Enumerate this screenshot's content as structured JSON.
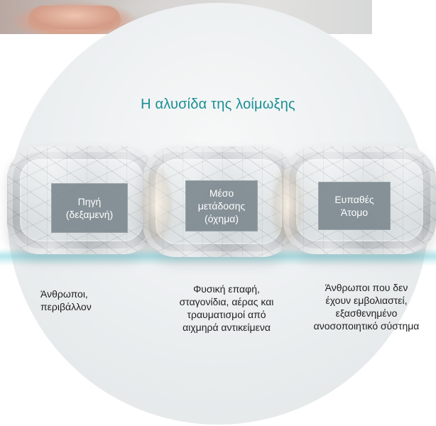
{
  "diagram": {
    "title": "Η αλυσίδα της λοίμωξης",
    "links": [
      {
        "label": "Πηγή\n(δεξαμενή)"
      },
      {
        "label": "Μέσο\nμετάδοσης\n(όχημα)"
      },
      {
        "label": "Ευπαθές\nΆτομο"
      }
    ],
    "descriptions": [
      {
        "text": "Άνθρωποι,\nπεριβάλλον"
      },
      {
        "text": "Φυσική επαφή,\nσταγονίδια, αέρας και\nτραυματισμοί από\nαιχμηρά αντικείμενα"
      },
      {
        "text": "Άνθρωποι που δεν\nέχουν εμβολιαστεί,\nεξασθενημένο\nανοσοποιητικό σύστημα"
      }
    ]
  }
}
